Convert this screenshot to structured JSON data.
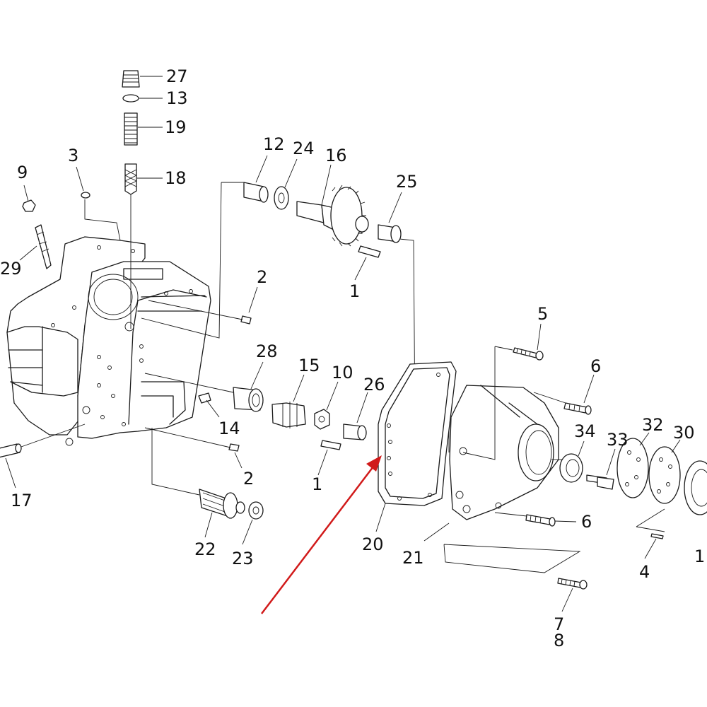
{
  "diagram": {
    "type": "exploded-parts-view",
    "colors": {
      "line": "#1a1a1a",
      "background": "#ffffff",
      "highlight_arrow": "#d11a1a"
    },
    "highlighted_part": "20",
    "callouts": [
      {
        "id": "c27",
        "label": "27"
      },
      {
        "id": "c13",
        "label": "13"
      },
      {
        "id": "c19",
        "label": "19"
      },
      {
        "id": "c18",
        "label": "18"
      },
      {
        "id": "c3",
        "label": "3"
      },
      {
        "id": "c9",
        "label": "9"
      },
      {
        "id": "c29",
        "label": "29"
      },
      {
        "id": "c12",
        "label": "12"
      },
      {
        "id": "c24",
        "label": "24"
      },
      {
        "id": "c16",
        "label": "16"
      },
      {
        "id": "c25",
        "label": "25"
      },
      {
        "id": "c1a",
        "label": "1"
      },
      {
        "id": "c2a",
        "label": "2"
      },
      {
        "id": "c28",
        "label": "28"
      },
      {
        "id": "c15",
        "label": "15"
      },
      {
        "id": "c10",
        "label": "10"
      },
      {
        "id": "c26",
        "label": "26"
      },
      {
        "id": "c14",
        "label": "14"
      },
      {
        "id": "c2b",
        "label": "2"
      },
      {
        "id": "c1b",
        "label": "1"
      },
      {
        "id": "c17",
        "label": "17"
      },
      {
        "id": "c22",
        "label": "22"
      },
      {
        "id": "c23",
        "label": "23"
      },
      {
        "id": "c20",
        "label": "20"
      },
      {
        "id": "c21",
        "label": "21"
      },
      {
        "id": "c5",
        "label": "5"
      },
      {
        "id": "c6a",
        "label": "6"
      },
      {
        "id": "c34",
        "label": "34"
      },
      {
        "id": "c33",
        "label": "33"
      },
      {
        "id": "c32",
        "label": "32"
      },
      {
        "id": "c30",
        "label": "30"
      },
      {
        "id": "c6b",
        "label": "6"
      },
      {
        "id": "c4",
        "label": "4"
      },
      {
        "id": "c7",
        "label": "7"
      },
      {
        "id": "c8",
        "label": "8"
      },
      {
        "id": "c1c",
        "label": "1"
      }
    ]
  }
}
